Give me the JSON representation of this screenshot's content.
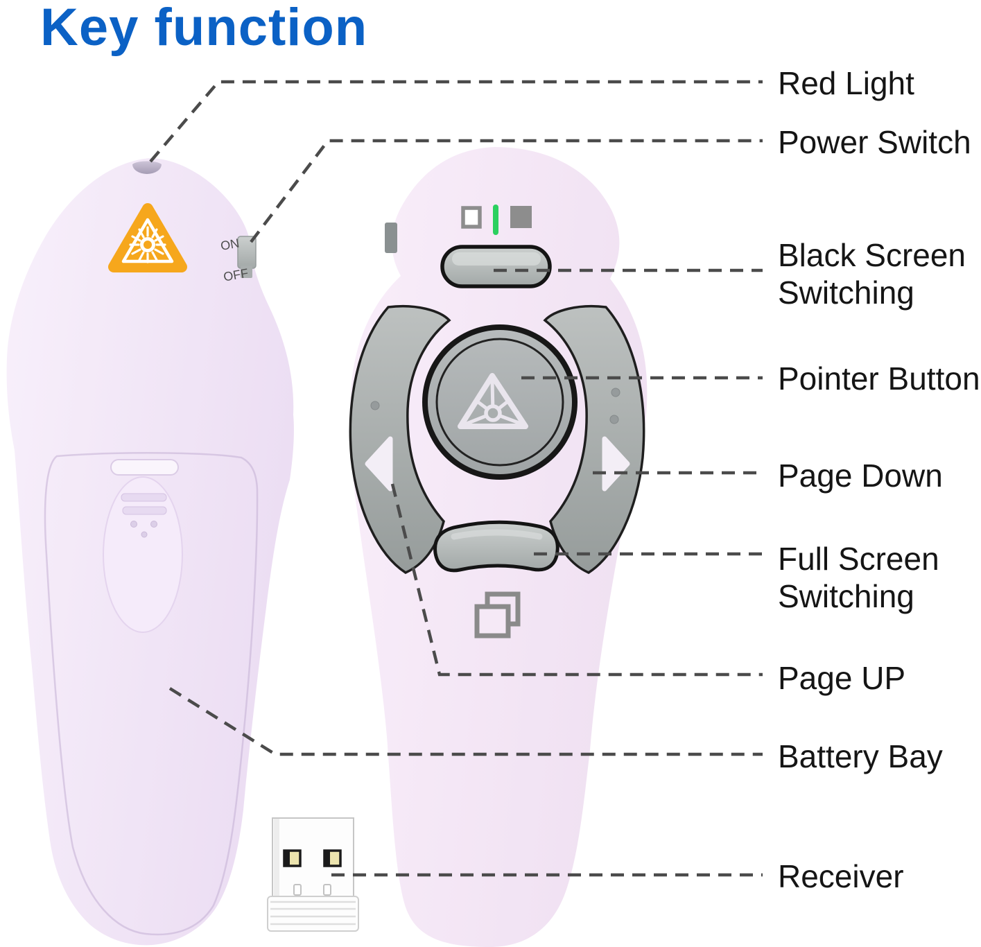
{
  "title": "Key function",
  "device_back": {
    "name": "presenter back view",
    "power_switch_on": "ON",
    "power_switch_off": "OFF",
    "icons": {
      "laser_warning": "laser-warning-triangle-icon",
      "laser_aperture": "red-light-aperture"
    }
  },
  "device_front": {
    "name": "presenter front view",
    "icons": {
      "screen_off_indicator": "hollow-square-icon",
      "status_led": "green-led-bar",
      "screen_on_indicator": "filled-square-icon",
      "pointer_glyph": "laser-beam-triangle-icon",
      "window_switch": "overlapping-windows-icon"
    }
  },
  "labels": {
    "red_light": {
      "line1": "Red Light"
    },
    "power_switch": {
      "line1": "Power Switch"
    },
    "black_screen": {
      "line1": "Black Screen",
      "line2": "Switching"
    },
    "pointer_button": {
      "line1": "Pointer Button"
    },
    "page_down": {
      "line1": "Page Down"
    },
    "full_screen": {
      "line1": "Full Screen",
      "line2": "Switching"
    },
    "page_up": {
      "line1": "Page UP"
    },
    "battery_bay": {
      "line1": "Battery Bay"
    },
    "receiver": {
      "line1": "Receiver"
    }
  },
  "colors": {
    "title_blue": "#0b61c5",
    "body_pink": "#f4e8f8",
    "button_gray": "#b2b7b6",
    "button_outline": "#141414",
    "led_green": "#2bd05f",
    "laser_orange": "#f6a71c",
    "connector_line": "#4b4b4b",
    "label_text": "#151515"
  }
}
